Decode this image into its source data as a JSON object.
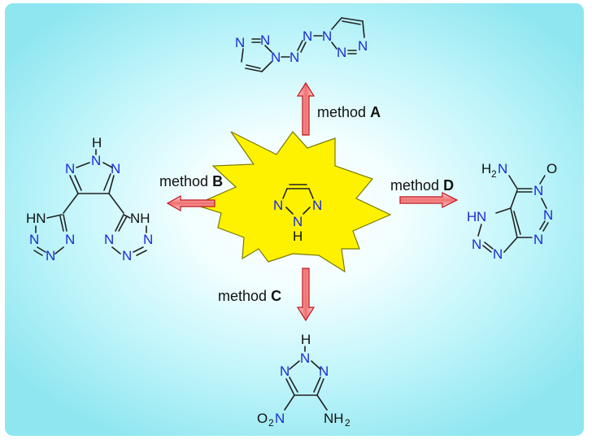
{
  "colors": {
    "background_edge": "#8fe6f0",
    "background_center": "#ffffff",
    "star_fill": "#fff200",
    "star_stroke": "#8a8a00",
    "arrow_fill": "#f08a8a",
    "arrow_stroke": "#c0141c",
    "nitrogen_blue": "#1a2cd6"
  },
  "methods": {
    "a": {
      "prefix": "method",
      "letter": "A"
    },
    "b": {
      "prefix": "method",
      "letter": "B"
    },
    "c": {
      "prefix": "method",
      "letter": "C"
    },
    "d": {
      "prefix": "method",
      "letter": "D"
    }
  },
  "atoms": {
    "n": "N",
    "h": "H",
    "nh": "NH",
    "hn": "HN",
    "o": "O",
    "h2n_h": "H",
    "h2n_2": "2",
    "h2n_n": "N",
    "nh2_nh": "NH",
    "nh2_2": "2",
    "o2n_o": "O",
    "o2n_2": "2",
    "o2n_n": "N"
  }
}
